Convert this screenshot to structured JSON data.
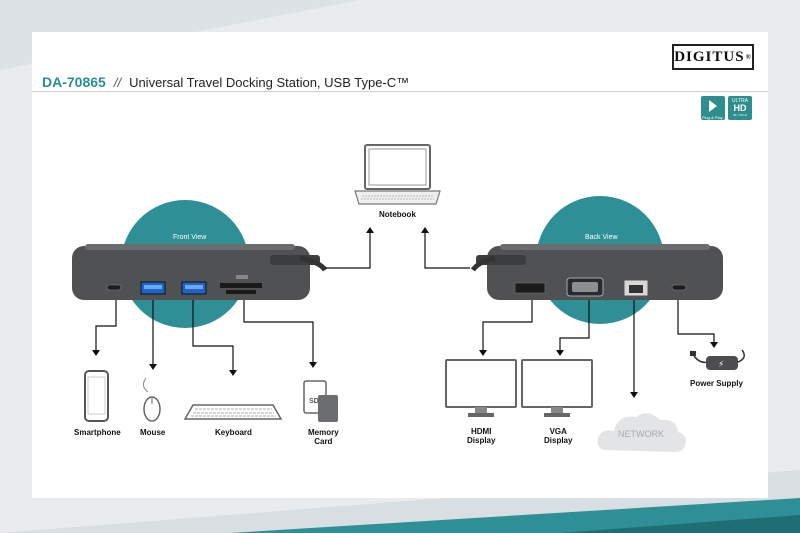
{
  "brand": {
    "name": "DIGITUS",
    "mark": "®"
  },
  "header": {
    "model": "DA-70865",
    "separator": "//",
    "title": "Universal Travel Docking Station, USB Type-C™"
  },
  "badges": {
    "plug_play": "Plug & Play",
    "ultra": "ULTRA",
    "hd": "HD",
    "res": "4K / 30 Hz"
  },
  "front_view": "Front View",
  "back_view": "Back View",
  "labels": {
    "notebook": "Notebook",
    "smartphone": "Smartphone",
    "mouse": "Mouse",
    "keyboard": "Keyboard",
    "memory_card_1": "Memory",
    "memory_card_2": "Card",
    "hdmi_1": "HDMI",
    "hdmi_2": "Display",
    "vga_1": "VGA",
    "vga_2": "Display",
    "network": "NETWORK",
    "power_supply": "Power Supply"
  },
  "colors": {
    "teal": "#2e8f96",
    "dock": "#505254",
    "accent": "#2a8e95"
  }
}
